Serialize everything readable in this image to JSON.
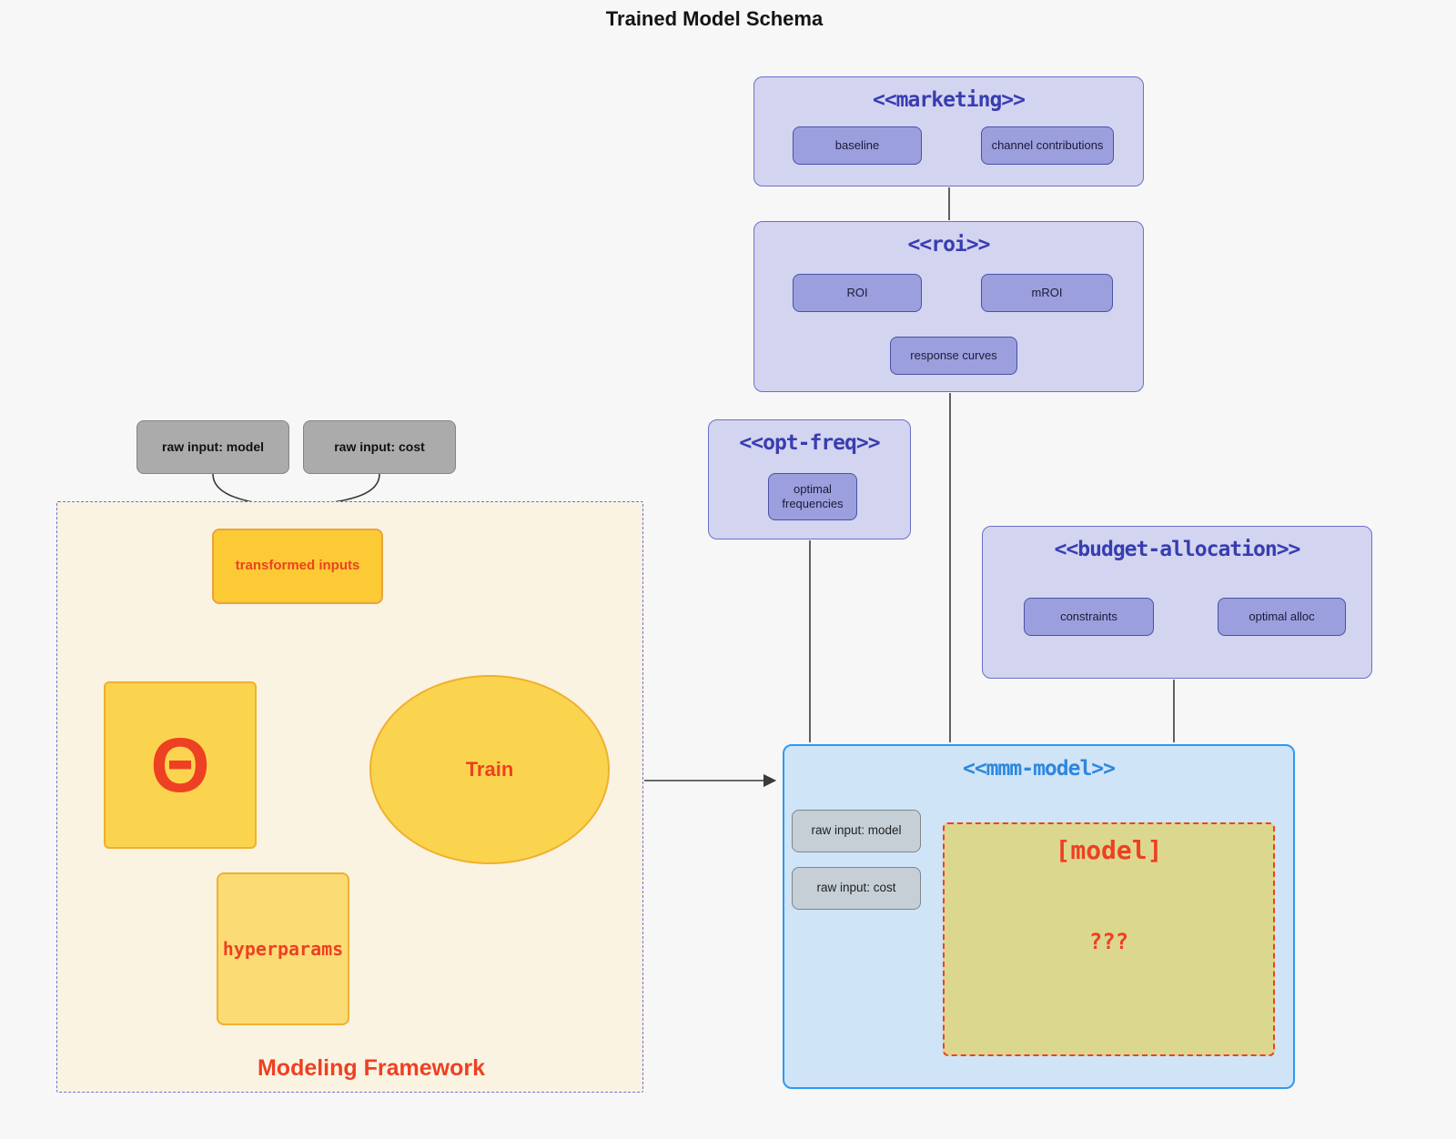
{
  "title": "Trained Model Schema",
  "colors": {
    "page_bg": "#f7f7f8",
    "lavender_fill": "#d3d4f0",
    "lavender_border": "#6a70c8",
    "indigo_text": "#383db0",
    "purple_node_fill": "#9b9fdd",
    "purple_node_border": "#4a50a6",
    "node_text": "#1a1a38",
    "blue_fill": "#cfe4f7",
    "blue_border": "#2d9bf0",
    "blue_text": "#2d87dd",
    "gray_node_fill": "#c6cfd6",
    "gray_node_border": "#7d868c",
    "darkgray_node_fill": "#ababab",
    "darkgray_node_border": "#848484",
    "cream_fill": "#faf3e2",
    "cream_border": "#7070d8",
    "gold_fill": "#fcca35",
    "gold_border": "#e9a33b",
    "yellow_fill": "#fbd44f",
    "yellow_border": "#f0b02c",
    "lightyellow_fill": "#fbdc74",
    "khaki_fill": "#dcd78f",
    "red": "#ee4023",
    "line_dark": "#3a3a3a"
  },
  "external_inputs": {
    "raw_input_model": "raw input: model",
    "raw_input_cost": "raw input: cost"
  },
  "groups": {
    "marketing": {
      "title": "<<marketing>>",
      "nodes": {
        "baseline": "baseline",
        "channel_contributions": "channel contributions"
      }
    },
    "roi": {
      "title": "<<roi>>",
      "nodes": {
        "roi": "ROI",
        "mroi": "mROI",
        "response_curves": "response curves"
      }
    },
    "opt_freq": {
      "title": "<<opt-freq>>",
      "nodes": {
        "optimal_frequencies": "optimal frequencies"
      }
    },
    "budget_allocation": {
      "title": "<<budget-allocation>>",
      "nodes": {
        "constraints": "constraints",
        "optimal_alloc": "optimal alloc"
      }
    },
    "mmm_model": {
      "title": "<<mmm-model>>",
      "nodes": {
        "raw_input_model": "raw input: model",
        "raw_input_cost": "raw input: cost"
      },
      "model_box": {
        "label": "[model]",
        "placeholder": "???"
      }
    },
    "modeling_framework": {
      "label": "Modeling Framework",
      "nodes": {
        "transformed_inputs": "transformed inputs",
        "theta": "Θ",
        "train": "Train",
        "hyperparams": "hyperparams"
      }
    }
  }
}
